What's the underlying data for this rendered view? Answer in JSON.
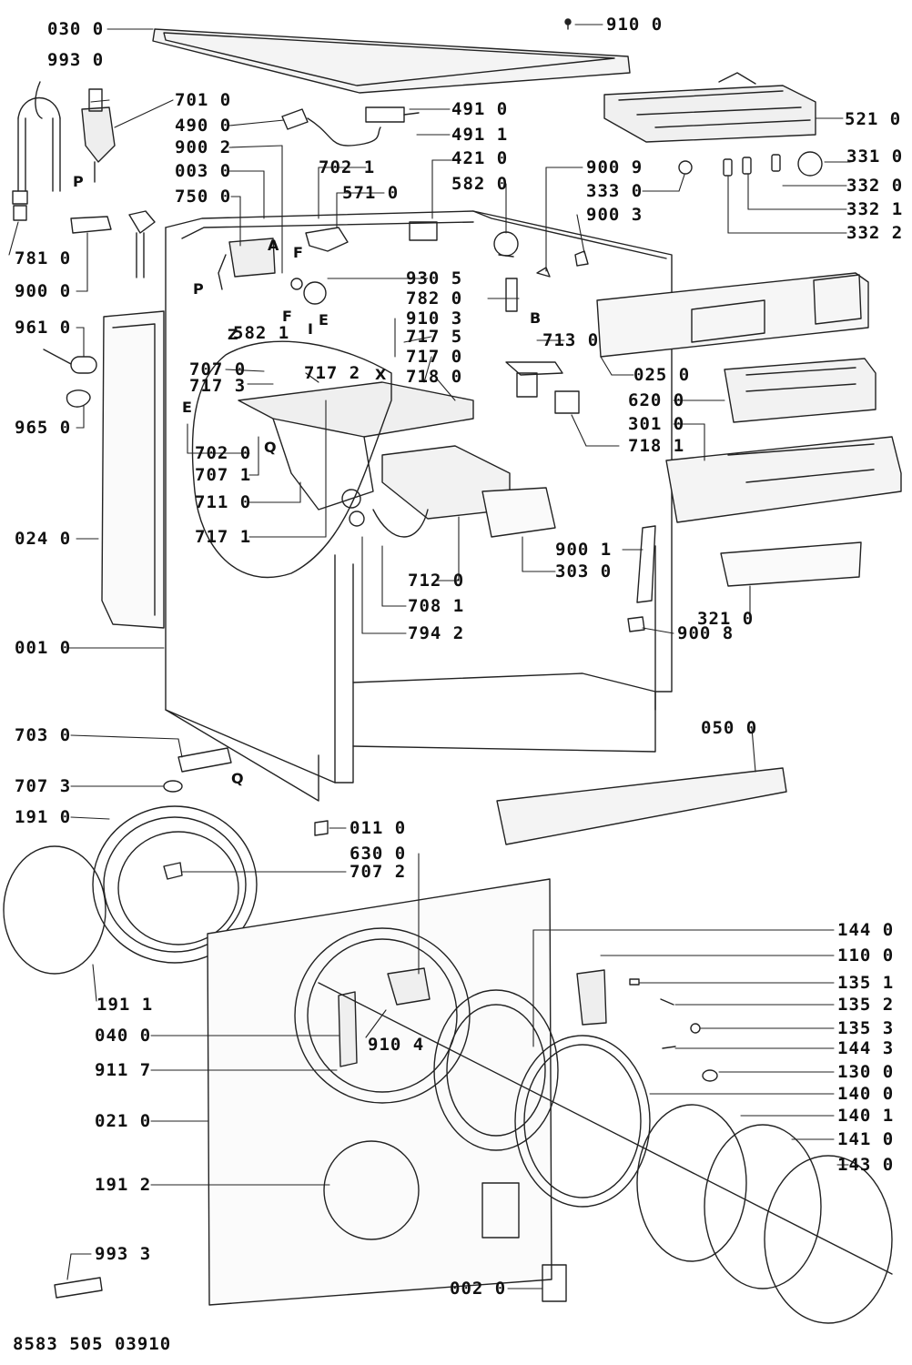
{
  "document": {
    "code": "8583 505 03910"
  },
  "labels": [
    {
      "id": "l0300",
      "text": "030 0"
    },
    {
      "id": "l9100",
      "text": "910 0"
    },
    {
      "id": "l9930",
      "text": "993 0"
    },
    {
      "id": "l7010",
      "text": "701 0"
    },
    {
      "id": "l4900",
      "text": "490 0"
    },
    {
      "id": "l4910",
      "text": "491 0"
    },
    {
      "id": "l4911",
      "text": "491 1"
    },
    {
      "id": "l5210",
      "text": "521 0"
    },
    {
      "id": "l9002",
      "text": "900 2"
    },
    {
      "id": "l0030",
      "text": "003 0"
    },
    {
      "id": "l7021",
      "text": "702 1"
    },
    {
      "id": "l4210",
      "text": "421 0"
    },
    {
      "id": "l9009",
      "text": "900 9"
    },
    {
      "id": "l3310",
      "text": "331 0"
    },
    {
      "id": "l5710",
      "text": "571 0"
    },
    {
      "id": "l5820",
      "text": "582 0"
    },
    {
      "id": "l3330",
      "text": "333 0"
    },
    {
      "id": "l3320",
      "text": "332 0"
    },
    {
      "id": "l7500",
      "text": "750 0"
    },
    {
      "id": "l9003",
      "text": "900 3"
    },
    {
      "id": "l3321",
      "text": "332 1"
    },
    {
      "id": "l3322",
      "text": "332 2"
    },
    {
      "id": "l7810",
      "text": "781 0"
    },
    {
      "id": "l9000",
      "text": "900 0"
    },
    {
      "id": "l9305",
      "text": "930 5"
    },
    {
      "id": "l7820",
      "text": "782 0"
    },
    {
      "id": "l5821",
      "text": "582 1"
    },
    {
      "id": "l9610",
      "text": "961 0"
    },
    {
      "id": "l9103",
      "text": "910 3"
    },
    {
      "id": "l7175",
      "text": "717 5"
    },
    {
      "id": "l7130",
      "text": "713 0"
    },
    {
      "id": "l7170",
      "text": "717 0"
    },
    {
      "id": "l7070",
      "text": "707 0"
    },
    {
      "id": "l7172",
      "text": "717 2"
    },
    {
      "id": "l7180",
      "text": "718 0"
    },
    {
      "id": "l0250",
      "text": "025 0"
    },
    {
      "id": "l7173",
      "text": "717 3"
    },
    {
      "id": "l9650",
      "text": "965 0"
    },
    {
      "id": "l6200",
      "text": "620 0"
    },
    {
      "id": "l3010",
      "text": "301 0"
    },
    {
      "id": "l7181",
      "text": "718 1"
    },
    {
      "id": "l7020",
      "text": "702 0"
    },
    {
      "id": "l7071",
      "text": "707 1"
    },
    {
      "id": "l7110",
      "text": "711 0"
    },
    {
      "id": "l7171",
      "text": "717 1"
    },
    {
      "id": "l0240",
      "text": "024 0"
    },
    {
      "id": "l9001",
      "text": "900 1"
    },
    {
      "id": "l3030",
      "text": "303 0"
    },
    {
      "id": "l7120",
      "text": "712 0"
    },
    {
      "id": "l7081",
      "text": "708 1"
    },
    {
      "id": "l3210",
      "text": "321 0"
    },
    {
      "id": "l0010",
      "text": "001 0"
    },
    {
      "id": "l7942",
      "text": "794 2"
    },
    {
      "id": "l9008",
      "text": "900 8"
    },
    {
      "id": "l7030",
      "text": "703 0"
    },
    {
      "id": "l0500",
      "text": "050 0"
    },
    {
      "id": "l7073",
      "text": "707 3"
    },
    {
      "id": "l1910",
      "text": "191 0"
    },
    {
      "id": "l0110",
      "text": "011 0"
    },
    {
      "id": "l6300",
      "text": "630 0"
    },
    {
      "id": "l7072",
      "text": "707 2"
    },
    {
      "id": "l1440",
      "text": "144 0"
    },
    {
      "id": "l1100",
      "text": "110 0"
    },
    {
      "id": "l1351",
      "text": "135 1"
    },
    {
      "id": "l1911",
      "text": "191 1"
    },
    {
      "id": "l1352",
      "text": "135 2"
    },
    {
      "id": "l0400",
      "text": "040 0"
    },
    {
      "id": "l9104",
      "text": "910 4"
    },
    {
      "id": "l1353",
      "text": "135 3"
    },
    {
      "id": "l1443",
      "text": "144 3"
    },
    {
      "id": "l9117",
      "text": "911 7"
    },
    {
      "id": "l1300",
      "text": "130 0"
    },
    {
      "id": "l1400",
      "text": "140 0"
    },
    {
      "id": "l0210",
      "text": "021 0"
    },
    {
      "id": "l1401",
      "text": "140 1"
    },
    {
      "id": "l1410",
      "text": "141 0"
    },
    {
      "id": "l1912",
      "text": "191 2"
    },
    {
      "id": "l1430",
      "text": "143 0"
    },
    {
      "id": "l9933",
      "text": "993 3"
    },
    {
      "id": "l0020",
      "text": "002 0"
    }
  ],
  "letters": [
    {
      "id": "tP1",
      "text": "P"
    },
    {
      "id": "tA",
      "text": "A"
    },
    {
      "id": "tF1",
      "text": "F"
    },
    {
      "id": "tP2",
      "text": "P"
    },
    {
      "id": "tF2",
      "text": "F"
    },
    {
      "id": "tE1",
      "text": "E"
    },
    {
      "id": "tZ",
      "text": "Z"
    },
    {
      "id": "tI",
      "text": "I"
    },
    {
      "id": "tB",
      "text": "B"
    },
    {
      "id": "tX",
      "text": "X"
    },
    {
      "id": "tE2",
      "text": "E"
    },
    {
      "id": "tQ1",
      "text": "Q"
    },
    {
      "id": "tQ2",
      "text": "Q"
    }
  ]
}
